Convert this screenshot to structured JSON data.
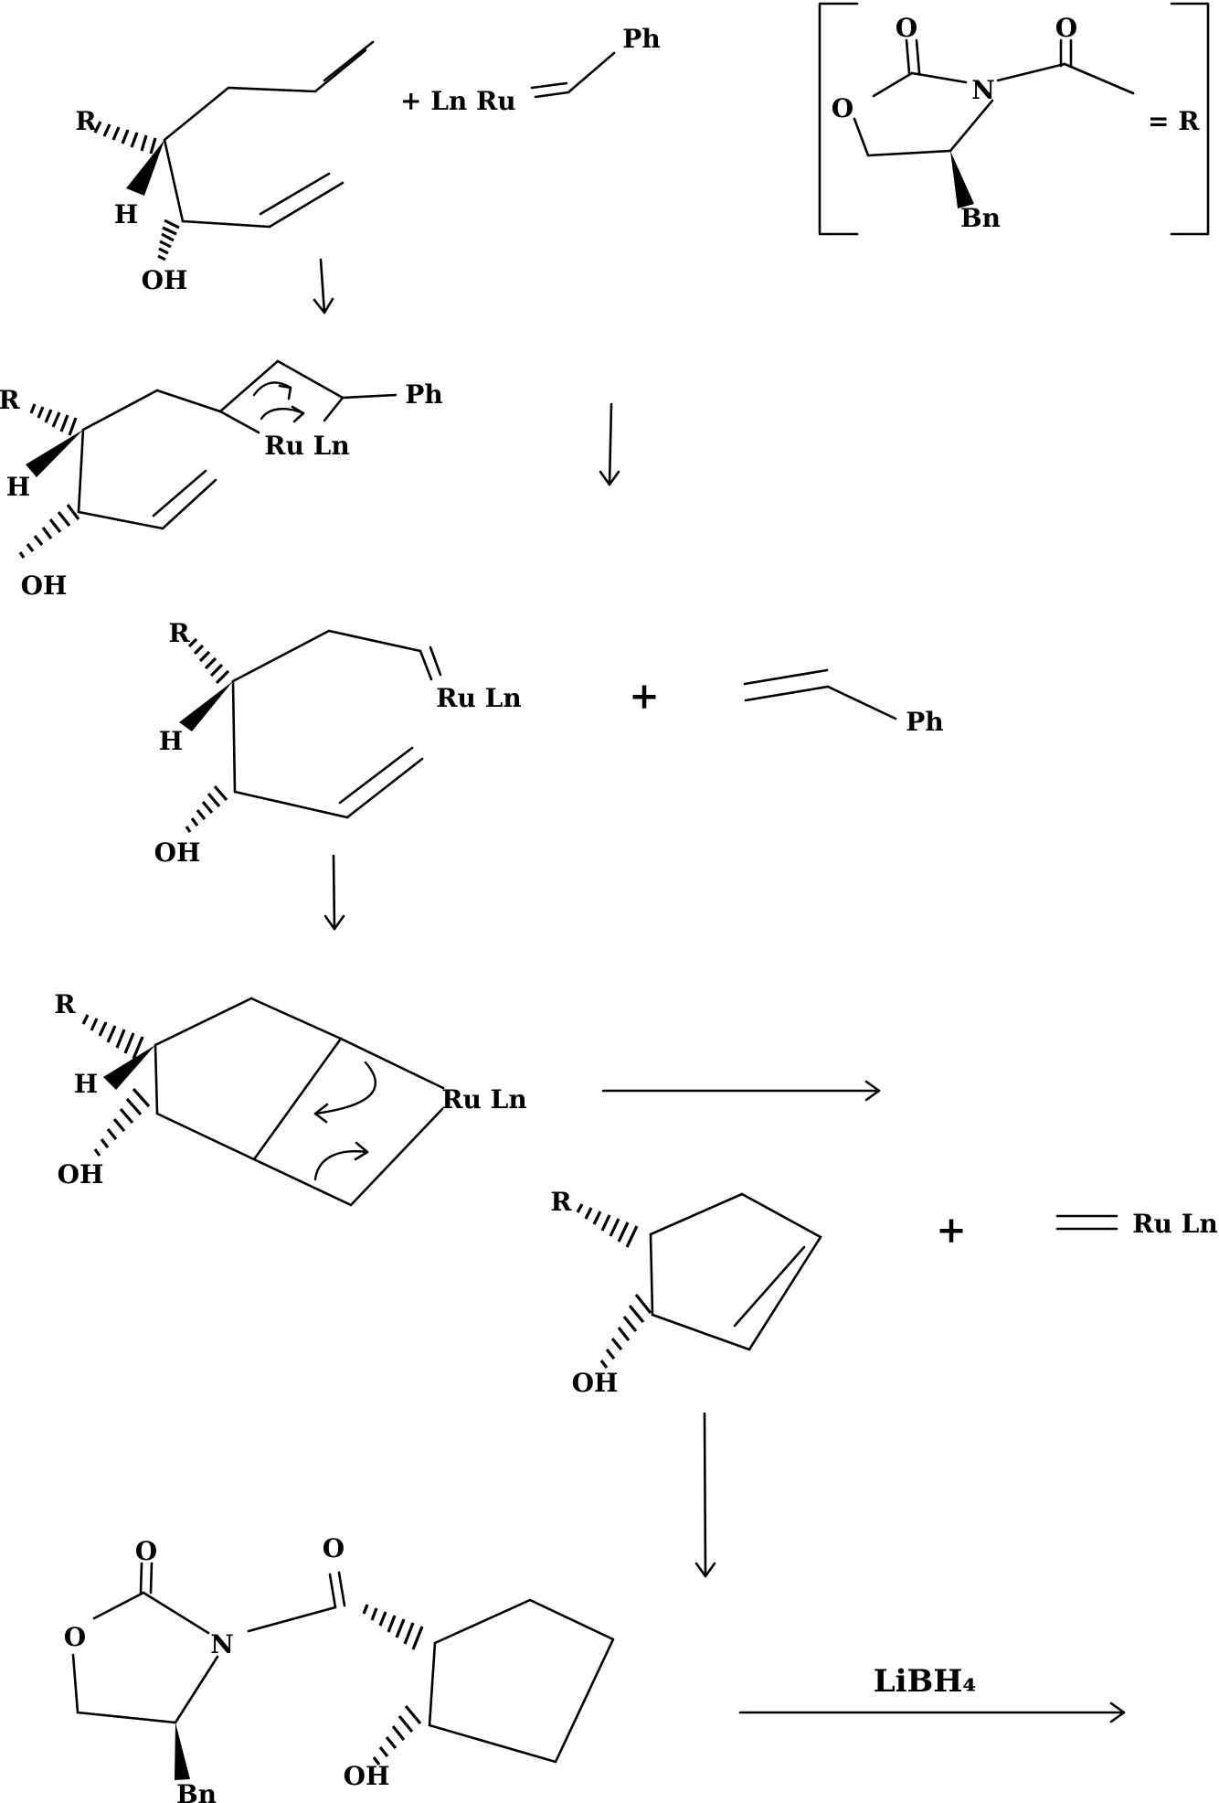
{
  "scheme": {
    "r_definition": {
      "carbonyl_o_ring": "O",
      "carbonyl_o_acyl": "O",
      "ring_o": "O",
      "nitrogen": "N",
      "substituent": "Bn",
      "equals_r": "= R"
    },
    "step1": {
      "r": "R",
      "h": "H",
      "oh": "OH",
      "catalyst_prefix": "+ Ln Ru",
      "ph": "Ph"
    },
    "step2": {
      "r": "R",
      "h": "H",
      "oh": "OH",
      "ph": "Ph",
      "ru_ln": "Ru Ln"
    },
    "step3": {
      "r": "R",
      "h": "H",
      "oh": "OH",
      "ru_ln": "Ru Ln",
      "plus": "+",
      "ph": "Ph"
    },
    "step4": {
      "r": "R",
      "h": "H",
      "oh": "OH",
      "ru_ln": "Ru Ln"
    },
    "step5": {
      "r": "R",
      "oh": "OH",
      "plus": "+",
      "ru_ln": "Ru Ln"
    },
    "step6": {
      "ring_o": "O",
      "carbonyl_o_ring": "O",
      "nitrogen": "N",
      "carbonyl_o_acyl": "O",
      "substituent": "Bn",
      "oh": "OH",
      "reagent": "LiBH₄"
    }
  }
}
